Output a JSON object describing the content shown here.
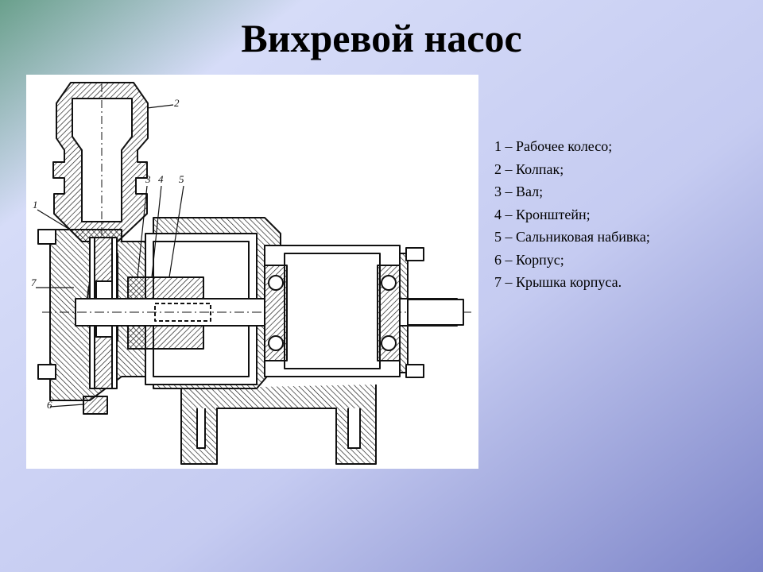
{
  "slide": {
    "title": "Вихревой насос",
    "background_colors": [
      "#6aa08c",
      "#d6dcf8",
      "#7c84c8"
    ]
  },
  "diagram": {
    "callouts": [
      {
        "number": "1",
        "text": "Рабочее колесо;"
      },
      {
        "number": "2",
        "text": "Колпак;"
      },
      {
        "number": "3",
        "text": "Вал;"
      },
      {
        "number": "4",
        "text": "Кронштейн;"
      },
      {
        "number": "5",
        "text": "Сальниковая набивка;"
      },
      {
        "number": "6",
        "text": "Корпус;"
      },
      {
        "number": "7",
        "text": "Крышка корпуса."
      }
    ],
    "separator": " – "
  }
}
